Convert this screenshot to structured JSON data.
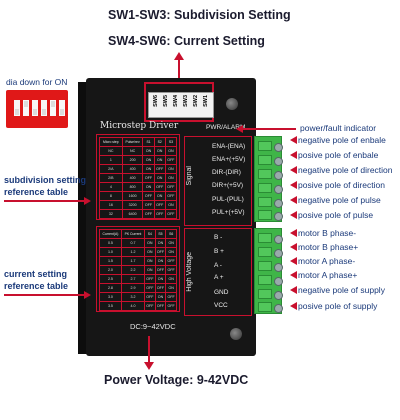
{
  "header": {
    "line1": "SW1-SW3: Subdivision Setting",
    "line2": "SW4-SW6: Current Setting"
  },
  "footer": {
    "power_voltage": "Power Voltage: 9-42VDC"
  },
  "left_notes": {
    "dip_note": "dia down for ON",
    "subdivision_line1": "subdivision setting",
    "subdivision_line2": "reference table",
    "current_line1": "current setting",
    "current_line2": "reference table"
  },
  "driver": {
    "title": "Microstep Driver",
    "pwr_alarm": "PWR/ALARM",
    "signal_label": "Signal",
    "high_voltage_label": "High Voltage",
    "dc_label": "DC:9~42VDC",
    "switches": [
      "SW6",
      "SW5",
      "SW4",
      "SW3",
      "SW2",
      "SW1"
    ],
    "signal_pins": [
      "ENA-(ENA)",
      "ENA+(+5V)",
      "DIR-(DIR)",
      "DIR+(+5V)",
      "PUL-(PUL)",
      "PUL+(+5V)"
    ],
    "power_pins": [
      "B -",
      "B +",
      "A -",
      "A +",
      "GND",
      "VCC"
    ],
    "micro_table": {
      "headers": [
        "Micro step",
        "Pulse/rev",
        "S1",
        "S2",
        "S3"
      ],
      "rows": [
        [
          "NC",
          "NC",
          "ON",
          "ON",
          "ON"
        ],
        [
          "1",
          "200",
          "ON",
          "ON",
          "OFF"
        ],
        [
          "2/A",
          "400",
          "ON",
          "OFF",
          "ON"
        ],
        [
          "2/B",
          "400",
          "OFF",
          "ON",
          "ON"
        ],
        [
          "4",
          "800",
          "ON",
          "OFF",
          "OFF"
        ],
        [
          "8",
          "1600",
          "OFF",
          "ON",
          "OFF"
        ],
        [
          "16",
          "3200",
          "OFF",
          "OFF",
          "ON"
        ],
        [
          "32",
          "6400",
          "OFF",
          "OFF",
          "OFF"
        ]
      ]
    },
    "current_table": {
      "headers": [
        "Current(A)",
        "PK Current",
        "S4",
        "S5",
        "S6"
      ],
      "rows": [
        [
          "0.5",
          "0.7",
          "ON",
          "ON",
          "ON"
        ],
        [
          "1.0",
          "1.2",
          "ON",
          "OFF",
          "ON"
        ],
        [
          "1.5",
          "1.7",
          "ON",
          "ON",
          "OFF"
        ],
        [
          "2.0",
          "2.2",
          "ON",
          "OFF",
          "OFF"
        ],
        [
          "2.5",
          "2.7",
          "OFF",
          "ON",
          "ON"
        ],
        [
          "2.8",
          "2.9",
          "OFF",
          "OFF",
          "ON"
        ],
        [
          "3.0",
          "3.2",
          "OFF",
          "ON",
          "OFF"
        ],
        [
          "3.5",
          "4.0",
          "OFF",
          "OFF",
          "OFF"
        ]
      ]
    }
  },
  "right_labels": [
    "power/fault indicator",
    "negative pole of enbale",
    "posive pole of enbale",
    "negative pole of direction",
    "posive pole of direction",
    "negative pole of pulse",
    "posive pole of pulse",
    "motor B phase-",
    "motor B phase+",
    "motor A phase-",
    "motor A phase+",
    "negative pole of supply",
    "posive pole of supply"
  ],
  "colors": {
    "accent_red": "#c8102e",
    "label_blue": "#1b3a7a",
    "terminal_green": "#3fb548",
    "driver_black": "#161616"
  }
}
